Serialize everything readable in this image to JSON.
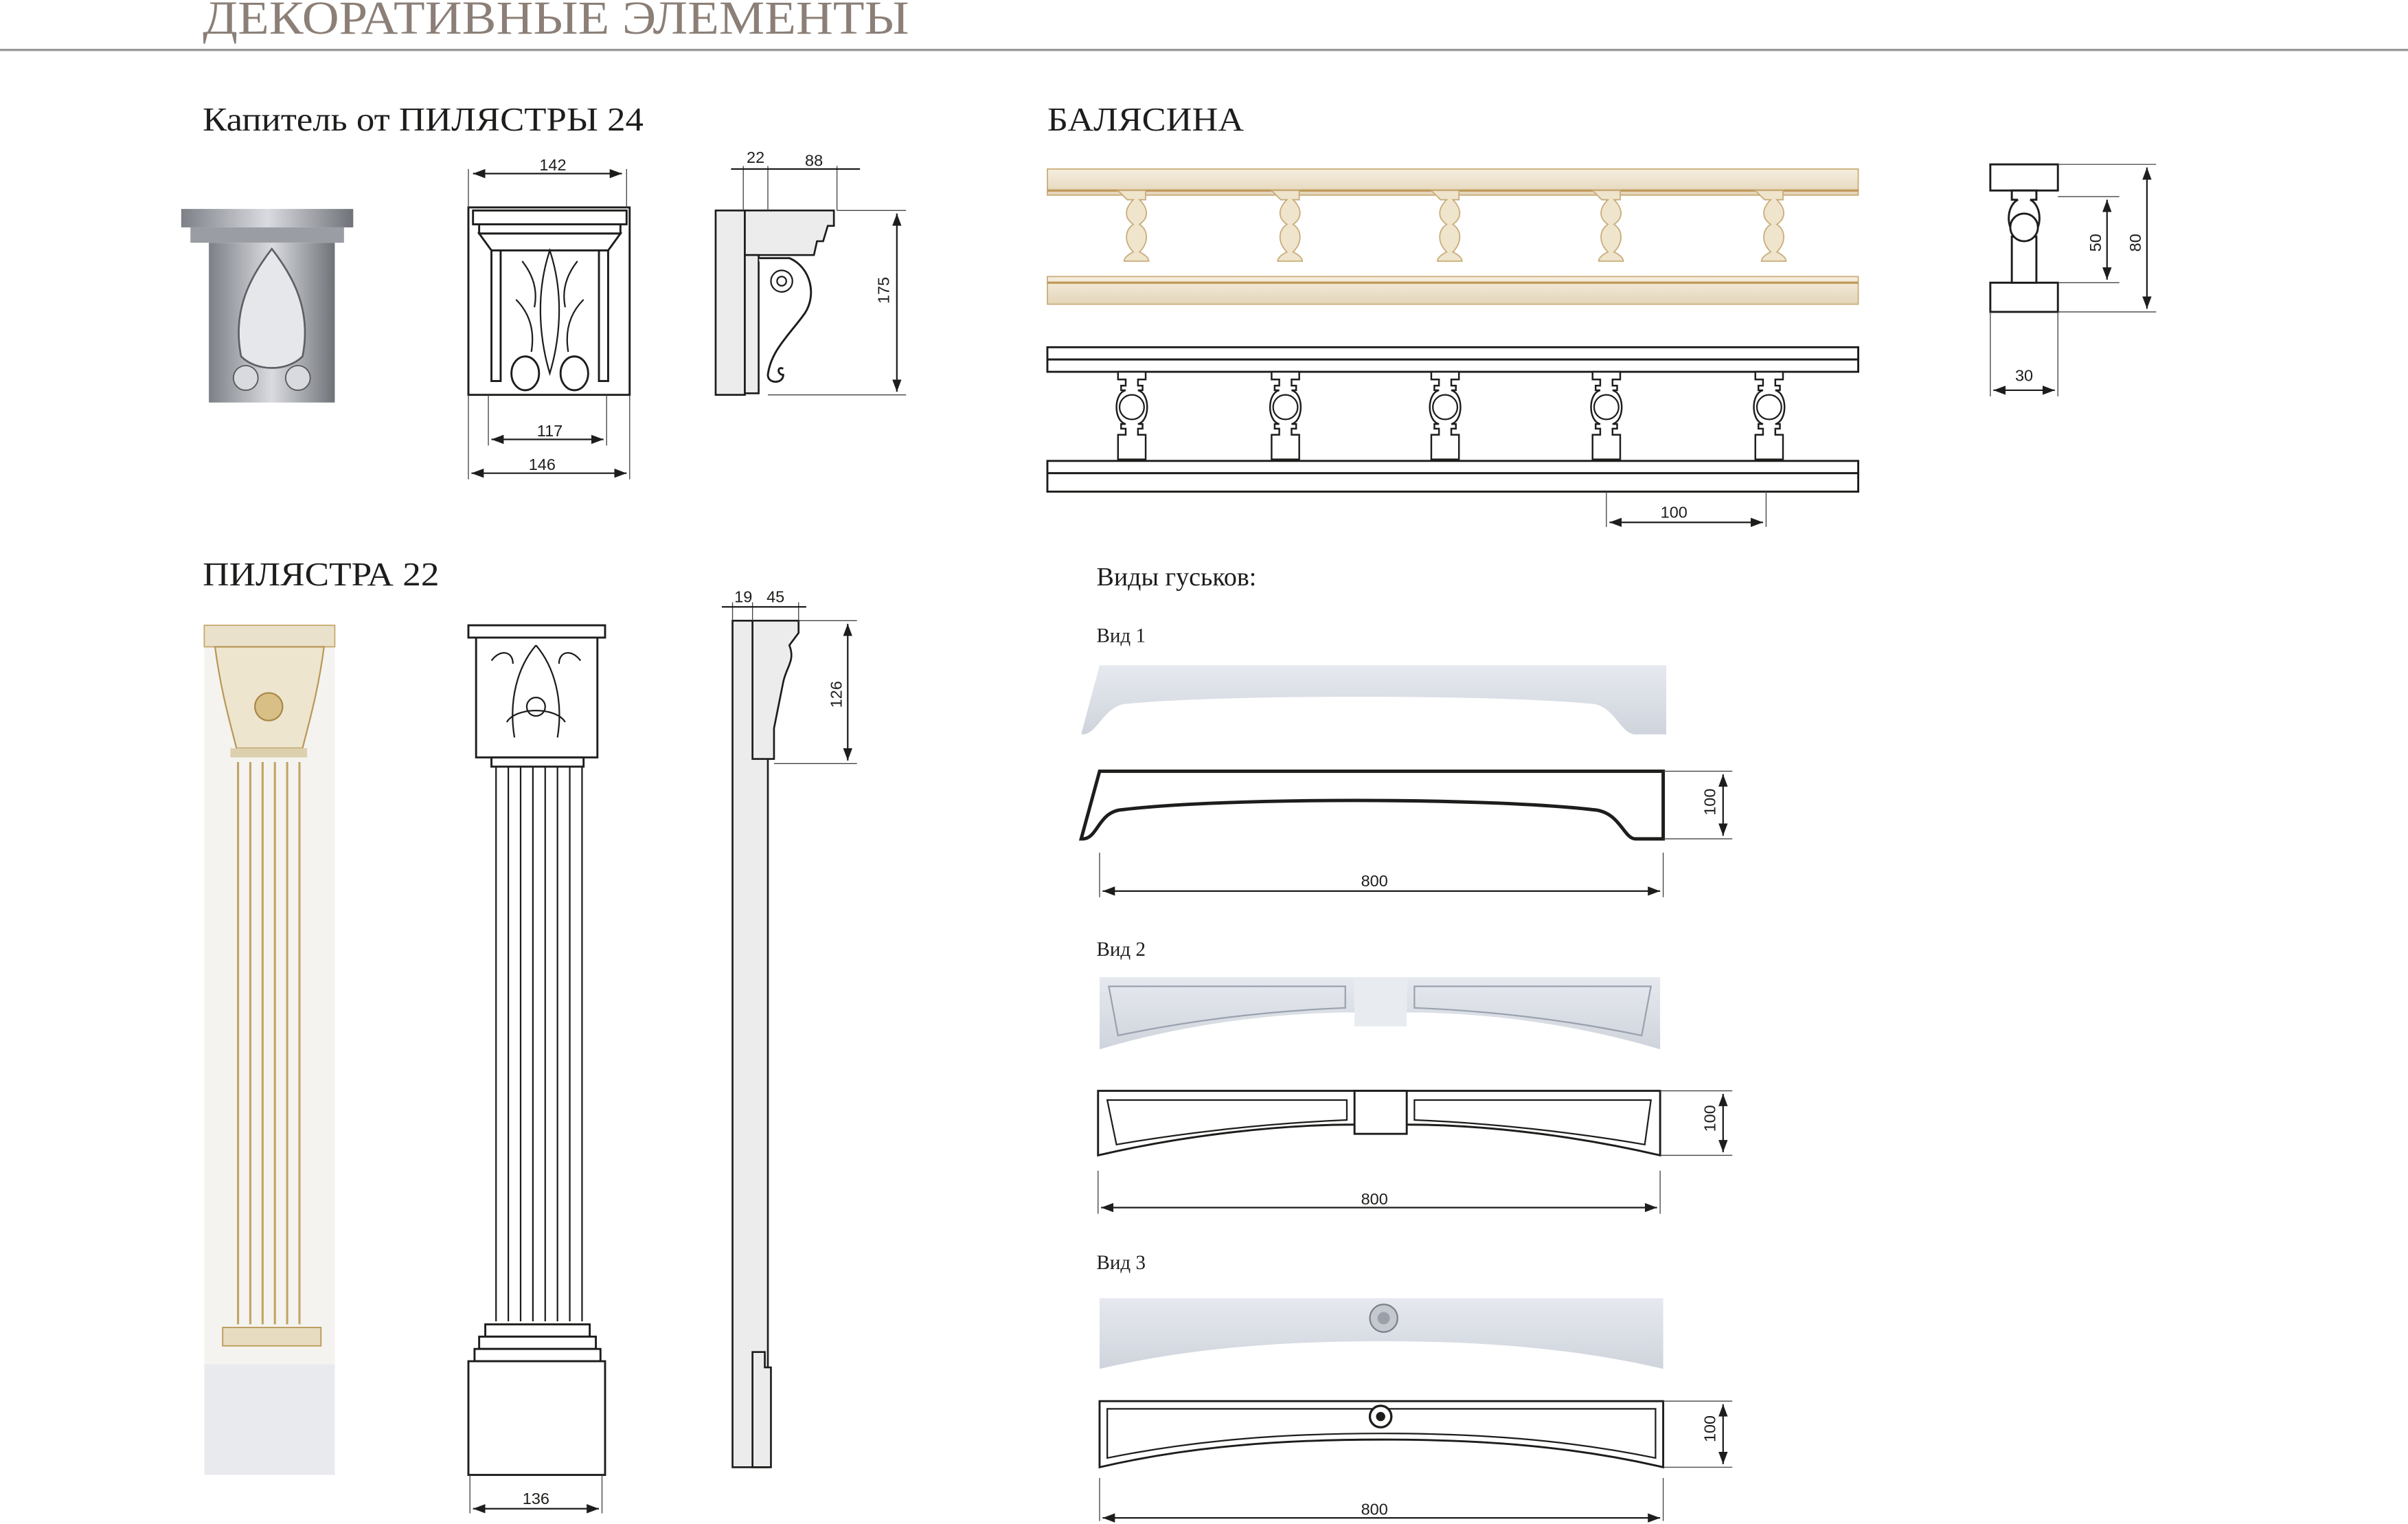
{
  "page_title": "ДЕКОРАТИВНЫЕ ЭЛЕМЕНТЫ",
  "capital": {
    "title": "Капитель от ПИЛЯСТРЫ 24",
    "dims": {
      "top_width": "142",
      "inner_width": "117",
      "bottom_width": "146",
      "depth_a": "22",
      "depth_b": "88",
      "height": "175"
    }
  },
  "baluster": {
    "title": "БАЛЯСИНА",
    "dims": {
      "spacing": "100",
      "inner_height": "50",
      "height": "80",
      "width": "30"
    }
  },
  "pilaster": {
    "title": "ПИЛЯСТРА 22",
    "dims": {
      "width": "136",
      "depth_a": "19",
      "depth_b": "45",
      "capital_height": "126"
    }
  },
  "valances": {
    "title": "Виды гуськов:",
    "items": [
      {
        "label": "Вид 1",
        "height": "100",
        "length": "800"
      },
      {
        "label": "Вид 2",
        "height": "100",
        "length": "800"
      },
      {
        "label": "Вид 3",
        "height": "100",
        "length": "800"
      }
    ]
  },
  "colors": {
    "title": "#8b7f77",
    "line": "#1d1d1b",
    "photo_silver": "#b9bcc2",
    "photo_ivory": "#efe6d2",
    "photo_gold": "#c8a86a"
  }
}
